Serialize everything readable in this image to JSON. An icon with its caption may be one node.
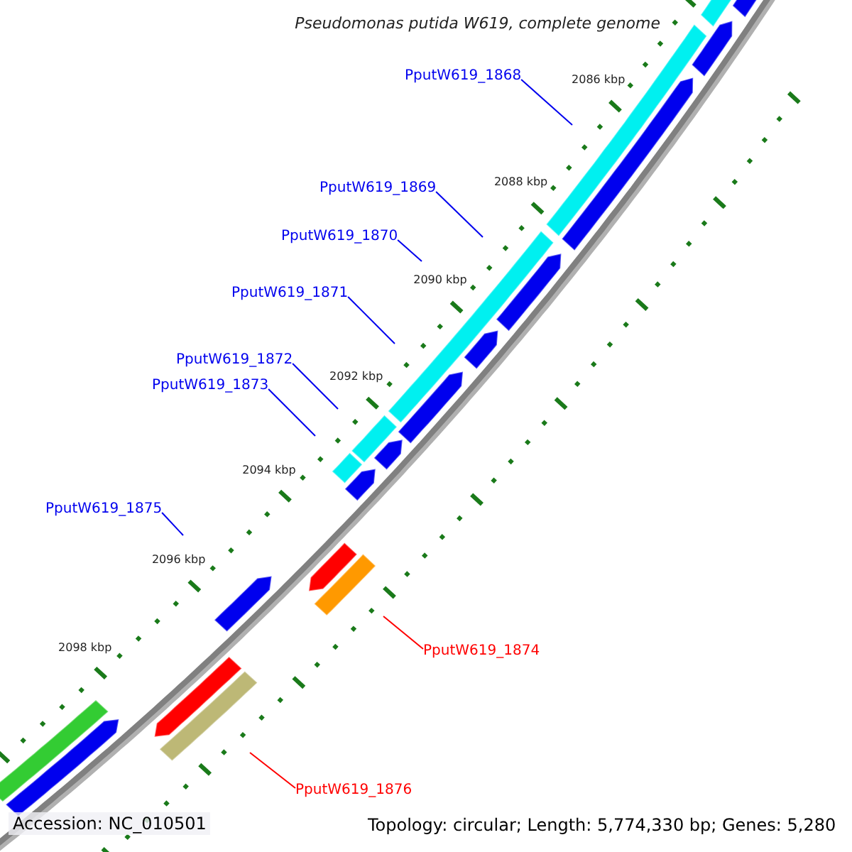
{
  "diagram": {
    "title": "Pseudomonas putida W619, complete genome",
    "nodes": [
      {
        "text": [
          "PputW619_1868"
        ]
      },
      {
        "text": [
          "PputW619_1869"
        ]
      },
      {
        "text": [
          "PputW619_1870"
        ]
      },
      {
        "text": [
          "PputW619_1871"
        ]
      },
      {
        "text": [
          "PputW619_1872"
        ]
      },
      {
        "text": [
          "PputW619_1873"
        ]
      },
      {
        "text": [
          "PputW619_1875"
        ]
      },
      {
        "text": [
          "PputW619_1874"
        ]
      },
      {
        "text": [
          "PputW619_1876"
        ]
      }
    ],
    "edges": [
      {
        "from": 0,
        "to": null,
        "arrow": "none"
      },
      {
        "from": 1,
        "to": null,
        "arrow": "none"
      },
      {
        "from": 2,
        "to": null,
        "arrow": "none"
      },
      {
        "from": 3,
        "to": null,
        "arrow": "none"
      },
      {
        "from": 4,
        "to": null,
        "arrow": "none"
      },
      {
        "from": 5,
        "to": null,
        "arrow": "none"
      },
      {
        "from": 6,
        "to": null,
        "arrow": "none"
      },
      {
        "from": 7,
        "to": null,
        "arrow": "none",
        "color": "#ff0000"
      },
      {
        "from": 8,
        "to": null,
        "arrow": "none",
        "color": "#ff0000"
      }
    ],
    "labels": [
      "2086 kbp",
      "2088 kbp",
      "2090 kbp",
      "2092 kbp",
      "2094 kbp",
      "2096 kbp",
      "2098 kbp",
      "Accession: NC_010501",
      "Topology: circular; Length: 5,774,330 bp; Genes: 5,280"
    ]
  }
}
